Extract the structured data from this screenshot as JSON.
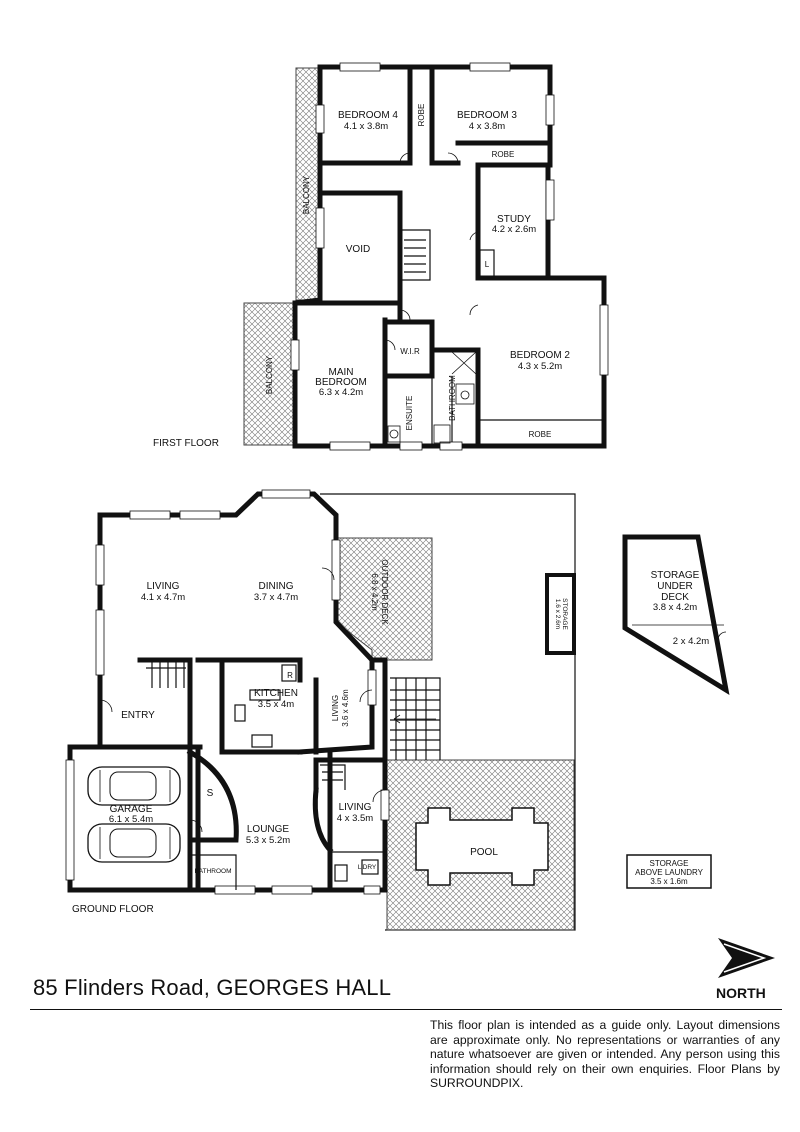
{
  "floors": {
    "first": "FIRST FLOOR",
    "ground": "GROUND FLOOR"
  },
  "rooms": {
    "bedroom4": {
      "name": "BEDROOM 4",
      "size": "4.1 x 3.8m"
    },
    "bedroom3": {
      "name": "BEDROOM 3",
      "size": "4 x 3.8m"
    },
    "robe_b4": "ROBE",
    "robe_b3": "ROBE",
    "robe_b2": "ROBE",
    "balcony_upper": "BALCONY",
    "balcony_lower": "BALCONY",
    "void": "VOID",
    "study": {
      "name": "STUDY",
      "size": "4.2 x 2.6m"
    },
    "linen": "L",
    "wir": "W.I.R",
    "main_bedroom": {
      "name1": "MAIN",
      "name2": "BEDROOM",
      "size": "6.3 x 4.2m"
    },
    "ensuite": "ENSUITE",
    "bathroom": "BATHROOM",
    "bedroom2": {
      "name": "BEDROOM 2",
      "size": "4.3 x 5.2m"
    },
    "living_main": {
      "name": "LIVING",
      "size": "4.1 x 4.7m"
    },
    "dining": {
      "name": "DINING",
      "size": "3.7 x 4.7m"
    },
    "outdoor_deck": {
      "name": "OUTDOOR DECK",
      "size": "6.8 x 4.2m"
    },
    "storage_small": {
      "name": "STORAGE",
      "size": "1.6 x 2.6m"
    },
    "storage_under_deck": {
      "name1": "STORAGE",
      "name2": "UNDER",
      "name3": "DECK",
      "size": "3.8 x 4.2m",
      "size2": "2 x 4.2m"
    },
    "kitchen": {
      "name": "KITCHEN",
      "size": "3.5 x 4m"
    },
    "fridge": "R",
    "living_side": {
      "name": "LIVING",
      "size": "3.6 x 4.6m"
    },
    "entry": "ENTRY",
    "garage": {
      "name": "GARAGE",
      "size": "6.1 x 5.4m"
    },
    "store_s": "S",
    "lounge": {
      "name": "LOUNGE",
      "size": "5.3 x 5.2m"
    },
    "living_lower": {
      "name": "LIVING",
      "size": "4 x 3.5m"
    },
    "bathroom_small": "BATHROOM",
    "laundry": "L'DRY",
    "pool": "POOL",
    "storage_laundry": {
      "name1": "STORAGE",
      "name2": "ABOVE LAUNDRY",
      "size": "3.5 x 1.6m"
    }
  },
  "address": "85 Flinders Road, GEORGES HALL",
  "north": "NORTH",
  "disclaimer": "This floor plan is intended as a guide only. Layout dimensions are approximate only. No representations or warranties of any nature whatsoever are given or intended. Any person using this information should rely on their own enquiries. Floor Plans by  SURROUNDPIX."
}
